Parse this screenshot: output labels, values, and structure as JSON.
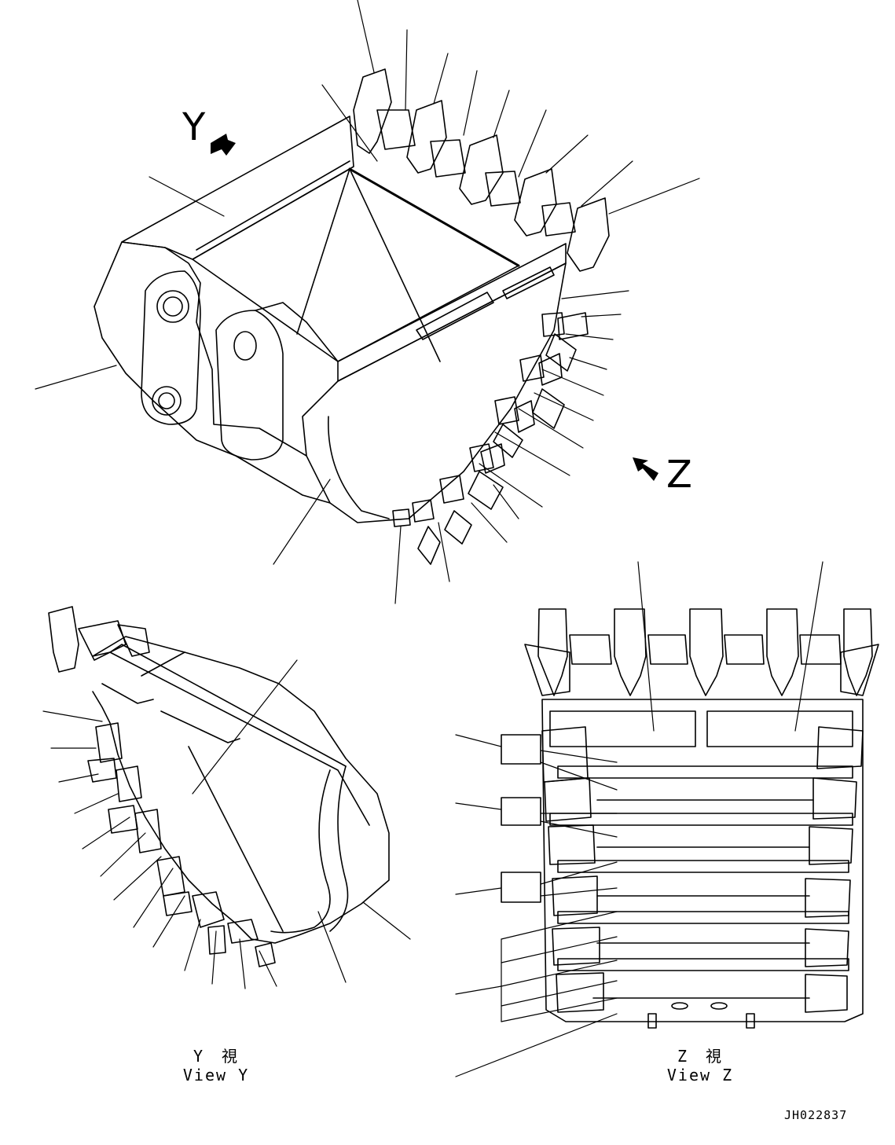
{
  "view_markers": {
    "y": "Y",
    "z": "Z"
  },
  "captions": {
    "view_y": {
      "jp": "Y　視",
      "en": "View Y"
    },
    "view_z": {
      "jp": "Z　視",
      "en": "View Z"
    }
  },
  "drawing_code": "JH022837",
  "colors": {
    "line": "#000000",
    "background": "#ffffff"
  }
}
